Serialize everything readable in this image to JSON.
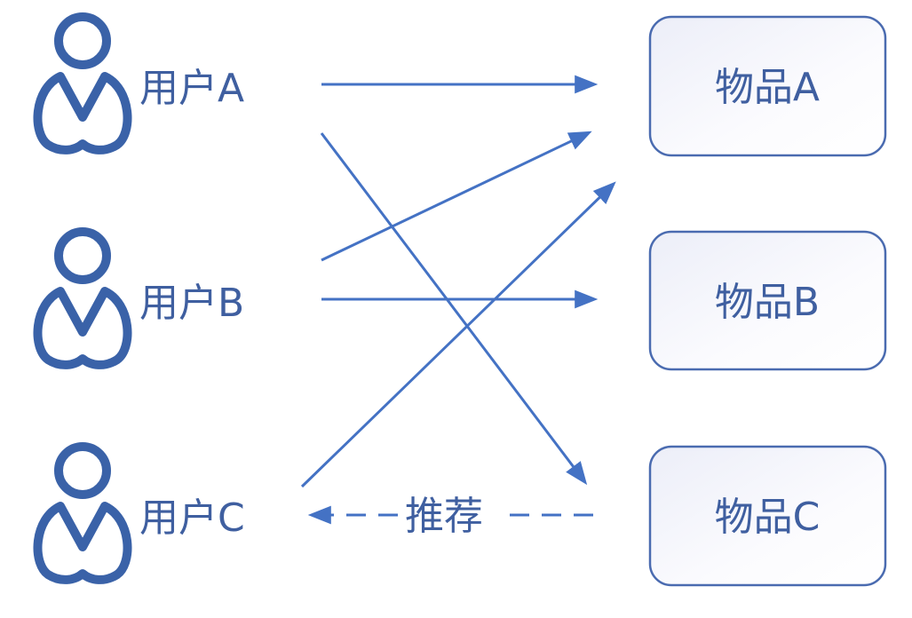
{
  "users": [
    {
      "label": "用户A"
    },
    {
      "label": "用户B"
    },
    {
      "label": "用户C"
    }
  ],
  "items": [
    {
      "label": "物品A"
    },
    {
      "label": "物品B"
    },
    {
      "label": "物品C"
    }
  ],
  "edges": [
    {
      "from": "用户A",
      "to": "物品A"
    },
    {
      "from": "用户A",
      "to": "物品C"
    },
    {
      "from": "用户B",
      "to": "物品A"
    },
    {
      "from": "用户B",
      "to": "物品B"
    },
    {
      "from": "用户C",
      "to": "物品A"
    }
  ],
  "recommendation": {
    "label": "推荐",
    "from": "物品C",
    "to": "用户C",
    "style": "dashed"
  },
  "colors": {
    "line": "#4472c4",
    "icon": "#3a62a8",
    "text": "#3f5fa0"
  }
}
